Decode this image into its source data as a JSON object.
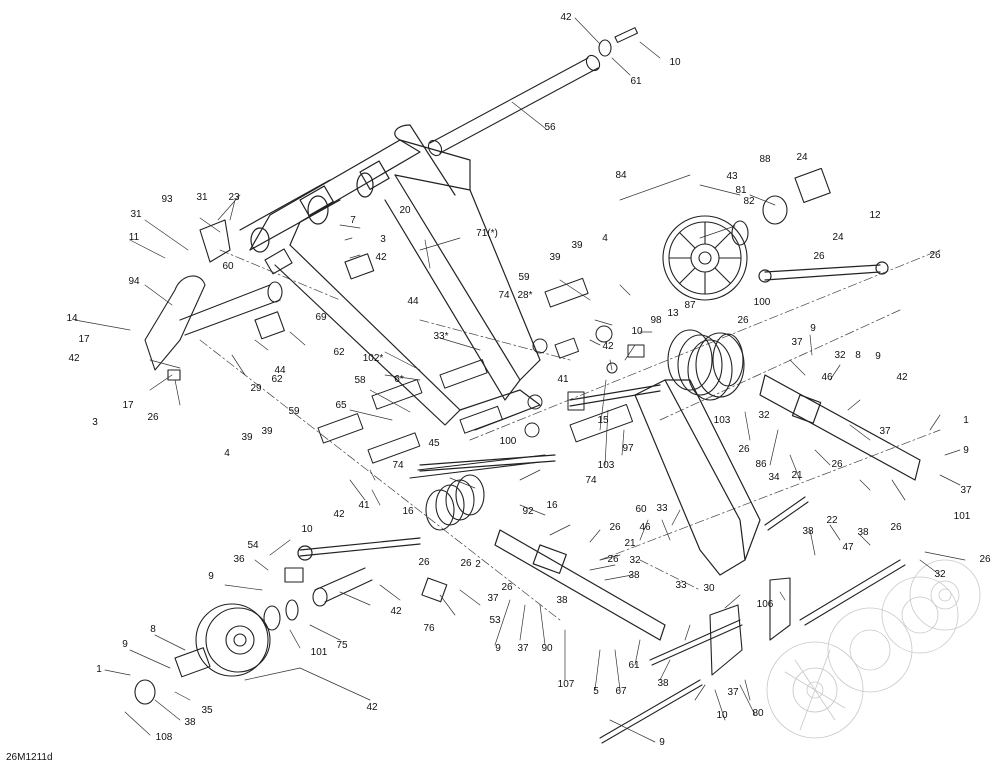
{
  "diagram_code": "26M1211d",
  "callouts": [
    {
      "id": "c1",
      "text": "42"
    },
    {
      "id": "c2",
      "text": "10"
    },
    {
      "id": "c3",
      "text": "61"
    },
    {
      "id": "c4",
      "text": "56"
    },
    {
      "id": "c5",
      "text": "84"
    },
    {
      "id": "c6",
      "text": "88"
    },
    {
      "id": "c7",
      "text": "24"
    },
    {
      "id": "c8",
      "text": "43"
    },
    {
      "id": "c9",
      "text": "81"
    },
    {
      "id": "c10",
      "text": "82"
    },
    {
      "id": "c11",
      "text": "12"
    },
    {
      "id": "c12",
      "text": "24"
    },
    {
      "id": "c13",
      "text": "26"
    },
    {
      "id": "c14",
      "text": "26"
    },
    {
      "id": "c15",
      "text": "93"
    },
    {
      "id": "c16",
      "text": "31"
    },
    {
      "id": "c17",
      "text": "23"
    },
    {
      "id": "c18",
      "text": "31"
    },
    {
      "id": "c19",
      "text": "11"
    },
    {
      "id": "c20",
      "text": "7"
    },
    {
      "id": "c21",
      "text": "20"
    },
    {
      "id": "c22",
      "text": "3"
    },
    {
      "id": "c23",
      "text": "71(*)"
    },
    {
      "id": "c24",
      "text": "4"
    },
    {
      "id": "c25",
      "text": "39"
    },
    {
      "id": "c26",
      "text": "39"
    },
    {
      "id": "c27",
      "text": "100"
    },
    {
      "id": "c28",
      "text": "42"
    },
    {
      "id": "c29",
      "text": "60"
    },
    {
      "id": "c30",
      "text": "44"
    },
    {
      "id": "c31",
      "text": "59"
    },
    {
      "id": "c32",
      "text": "28*"
    },
    {
      "id": "c33",
      "text": "94"
    },
    {
      "id": "c34",
      "text": "74"
    },
    {
      "id": "c35",
      "text": "87"
    },
    {
      "id": "c36",
      "text": "13"
    },
    {
      "id": "c37",
      "text": "26"
    },
    {
      "id": "c38",
      "text": "14"
    },
    {
      "id": "c39",
      "text": "69"
    },
    {
      "id": "c40",
      "text": "98"
    },
    {
      "id": "c41",
      "text": "17"
    },
    {
      "id": "c42",
      "text": "62"
    },
    {
      "id": "c43",
      "text": "33*"
    },
    {
      "id": "c44",
      "text": "10"
    },
    {
      "id": "c45",
      "text": "42"
    },
    {
      "id": "c46",
      "text": "29"
    },
    {
      "id": "c47",
      "text": "102*"
    },
    {
      "id": "c48",
      "text": "42"
    },
    {
      "id": "c49",
      "text": "9"
    },
    {
      "id": "c50",
      "text": "62"
    },
    {
      "id": "c51",
      "text": "44"
    },
    {
      "id": "c52",
      "text": "6*"
    },
    {
      "id": "c53",
      "text": "58"
    },
    {
      "id": "c54",
      "text": "41"
    },
    {
      "id": "c55",
      "text": "37"
    },
    {
      "id": "c56",
      "text": "32"
    },
    {
      "id": "c57",
      "text": "8"
    },
    {
      "id": "c58",
      "text": "9"
    },
    {
      "id": "c59",
      "text": "3"
    },
    {
      "id": "c60",
      "text": "17"
    },
    {
      "id": "c61",
      "text": "26"
    },
    {
      "id": "c62",
      "text": "46"
    },
    {
      "id": "c63",
      "text": "42"
    },
    {
      "id": "c64",
      "text": "65"
    },
    {
      "id": "c65",
      "text": "103"
    },
    {
      "id": "c66",
      "text": "59"
    },
    {
      "id": "c67",
      "text": "15"
    },
    {
      "id": "c68",
      "text": "32"
    },
    {
      "id": "c69",
      "text": "1"
    },
    {
      "id": "c70",
      "text": "39"
    },
    {
      "id": "c71",
      "text": "39"
    },
    {
      "id": "c72",
      "text": "45"
    },
    {
      "id": "c73",
      "text": "100"
    },
    {
      "id": "c74",
      "text": "97"
    },
    {
      "id": "c75",
      "text": "37"
    },
    {
      "id": "c76",
      "text": "26"
    },
    {
      "id": "c77",
      "text": "9"
    },
    {
      "id": "c78",
      "text": "4"
    },
    {
      "id": "c79",
      "text": "74"
    },
    {
      "id": "c80",
      "text": "103"
    },
    {
      "id": "c81",
      "text": "21"
    },
    {
      "id": "c82",
      "text": "26"
    },
    {
      "id": "c83",
      "text": "86"
    },
    {
      "id": "c84",
      "text": "74"
    },
    {
      "id": "c85",
      "text": "41"
    },
    {
      "id": "c86",
      "text": "34"
    },
    {
      "id": "c87",
      "text": "37"
    },
    {
      "id": "c88",
      "text": "10"
    },
    {
      "id": "c89",
      "text": "42"
    },
    {
      "id": "c90",
      "text": "16"
    },
    {
      "id": "c91",
      "text": "16"
    },
    {
      "id": "c92",
      "text": "101"
    },
    {
      "id": "c93",
      "text": "92"
    },
    {
      "id": "c94",
      "text": "26"
    },
    {
      "id": "c95",
      "text": "60"
    },
    {
      "id": "c96",
      "text": "33"
    },
    {
      "id": "c97",
      "text": "26"
    },
    {
      "id": "c98",
      "text": "22"
    },
    {
      "id": "c99",
      "text": "26"
    },
    {
      "id": "c100",
      "text": "46"
    },
    {
      "id": "c101",
      "text": "38"
    },
    {
      "id": "c102",
      "text": "38"
    },
    {
      "id": "c103",
      "text": "54"
    },
    {
      "id": "c104",
      "text": "21"
    },
    {
      "id": "c105",
      "text": "26"
    },
    {
      "id": "c106",
      "text": "32"
    },
    {
      "id": "c107",
      "text": "47"
    },
    {
      "id": "c108",
      "text": "36"
    },
    {
      "id": "c109",
      "text": "26"
    },
    {
      "id": "c110",
      "text": "26"
    },
    {
      "id": "c111",
      "text": "38"
    },
    {
      "id": "c112",
      "text": "32"
    },
    {
      "id": "c113",
      "text": "2"
    },
    {
      "id": "c114",
      "text": "9"
    },
    {
      "id": "c115",
      "text": "37"
    },
    {
      "id": "c116",
      "text": "26"
    },
    {
      "id": "c117",
      "text": "33"
    },
    {
      "id": "c118",
      "text": "106"
    },
    {
      "id": "c119",
      "text": "42"
    },
    {
      "id": "c120",
      "text": "38"
    },
    {
      "id": "c121",
      "text": "30"
    },
    {
      "id": "c122",
      "text": "76"
    },
    {
      "id": "c123",
      "text": "53"
    },
    {
      "id": "c124",
      "text": "75"
    },
    {
      "id": "c125",
      "text": "8"
    },
    {
      "id": "c126",
      "text": "9"
    },
    {
      "id": "c127",
      "text": "37"
    },
    {
      "id": "c128",
      "text": "90"
    },
    {
      "id": "c129",
      "text": "101"
    },
    {
      "id": "c130",
      "text": "61"
    },
    {
      "id": "c131",
      "text": "9"
    },
    {
      "id": "c132",
      "text": "5"
    },
    {
      "id": "c133",
      "text": "1"
    },
    {
      "id": "c134",
      "text": "107"
    },
    {
      "id": "c135",
      "text": "38"
    },
    {
      "id": "c136",
      "text": "37"
    },
    {
      "id": "c137",
      "text": "67"
    },
    {
      "id": "c138",
      "text": "80"
    },
    {
      "id": "c139",
      "text": "42"
    },
    {
      "id": "c140",
      "text": "35"
    },
    {
      "id": "c141",
      "text": "38"
    },
    {
      "id": "c142",
      "text": "10"
    },
    {
      "id": "c143",
      "text": "108"
    },
    {
      "id": "c144",
      "text": "9"
    }
  ]
}
